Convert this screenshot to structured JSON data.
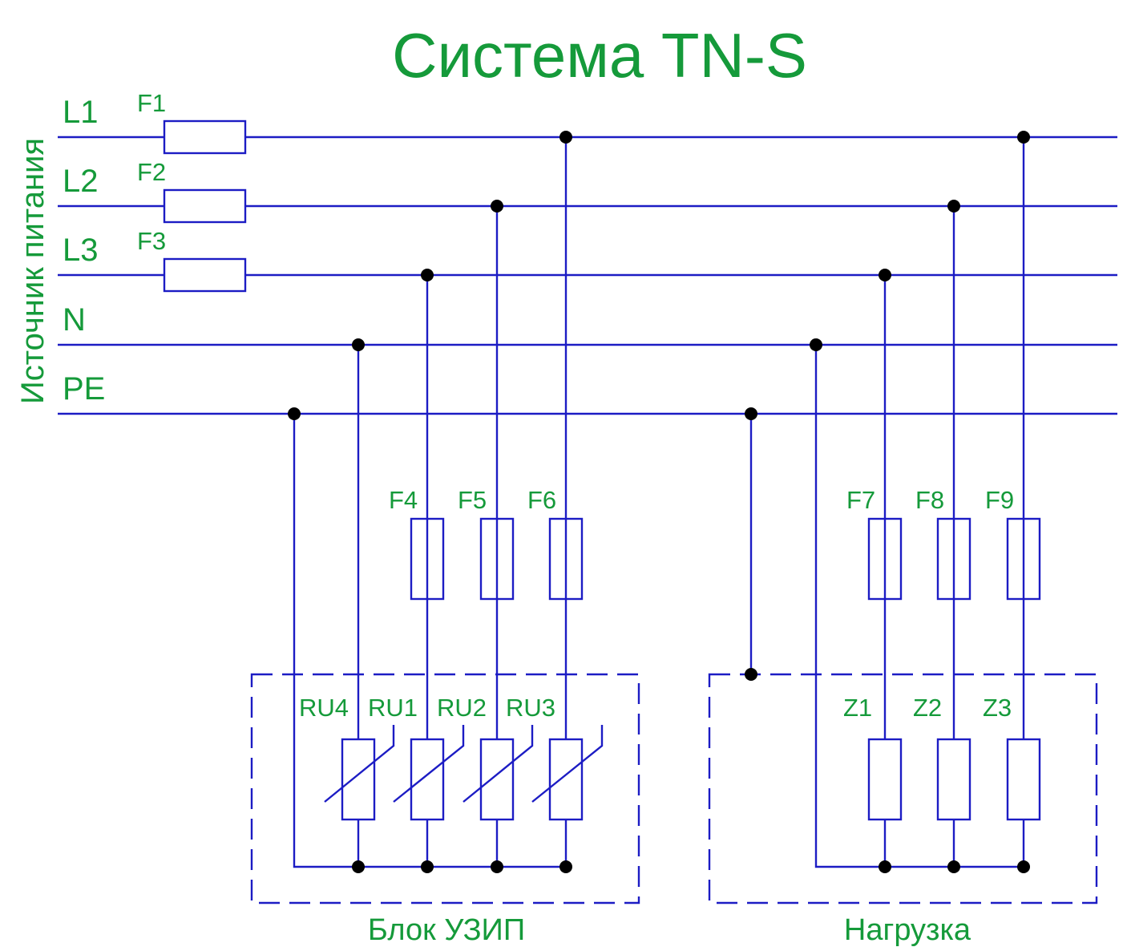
{
  "title": "Система TN-S",
  "source_label": "Источник питания",
  "buses": [
    {
      "label": "L1",
      "fuse": "F1"
    },
    {
      "label": "L2",
      "fuse": "F2"
    },
    {
      "label": "L3",
      "fuse": "F3"
    },
    {
      "label": "N",
      "fuse": ""
    },
    {
      "label": "PE",
      "fuse": ""
    }
  ],
  "spd_block": {
    "label": "Блок УЗИП",
    "fuses": [
      "F4",
      "F5",
      "F6"
    ],
    "varistors": [
      "RU4",
      "RU1",
      "RU2",
      "RU3"
    ]
  },
  "load_block": {
    "label": "Нагрузка",
    "fuses": [
      "F7",
      "F8",
      "F9"
    ],
    "loads": [
      "Z1",
      "Z2",
      "Z3"
    ]
  },
  "colors": {
    "wire": "#1c1cc4",
    "label": "#159a3a",
    "node": "#000000"
  }
}
